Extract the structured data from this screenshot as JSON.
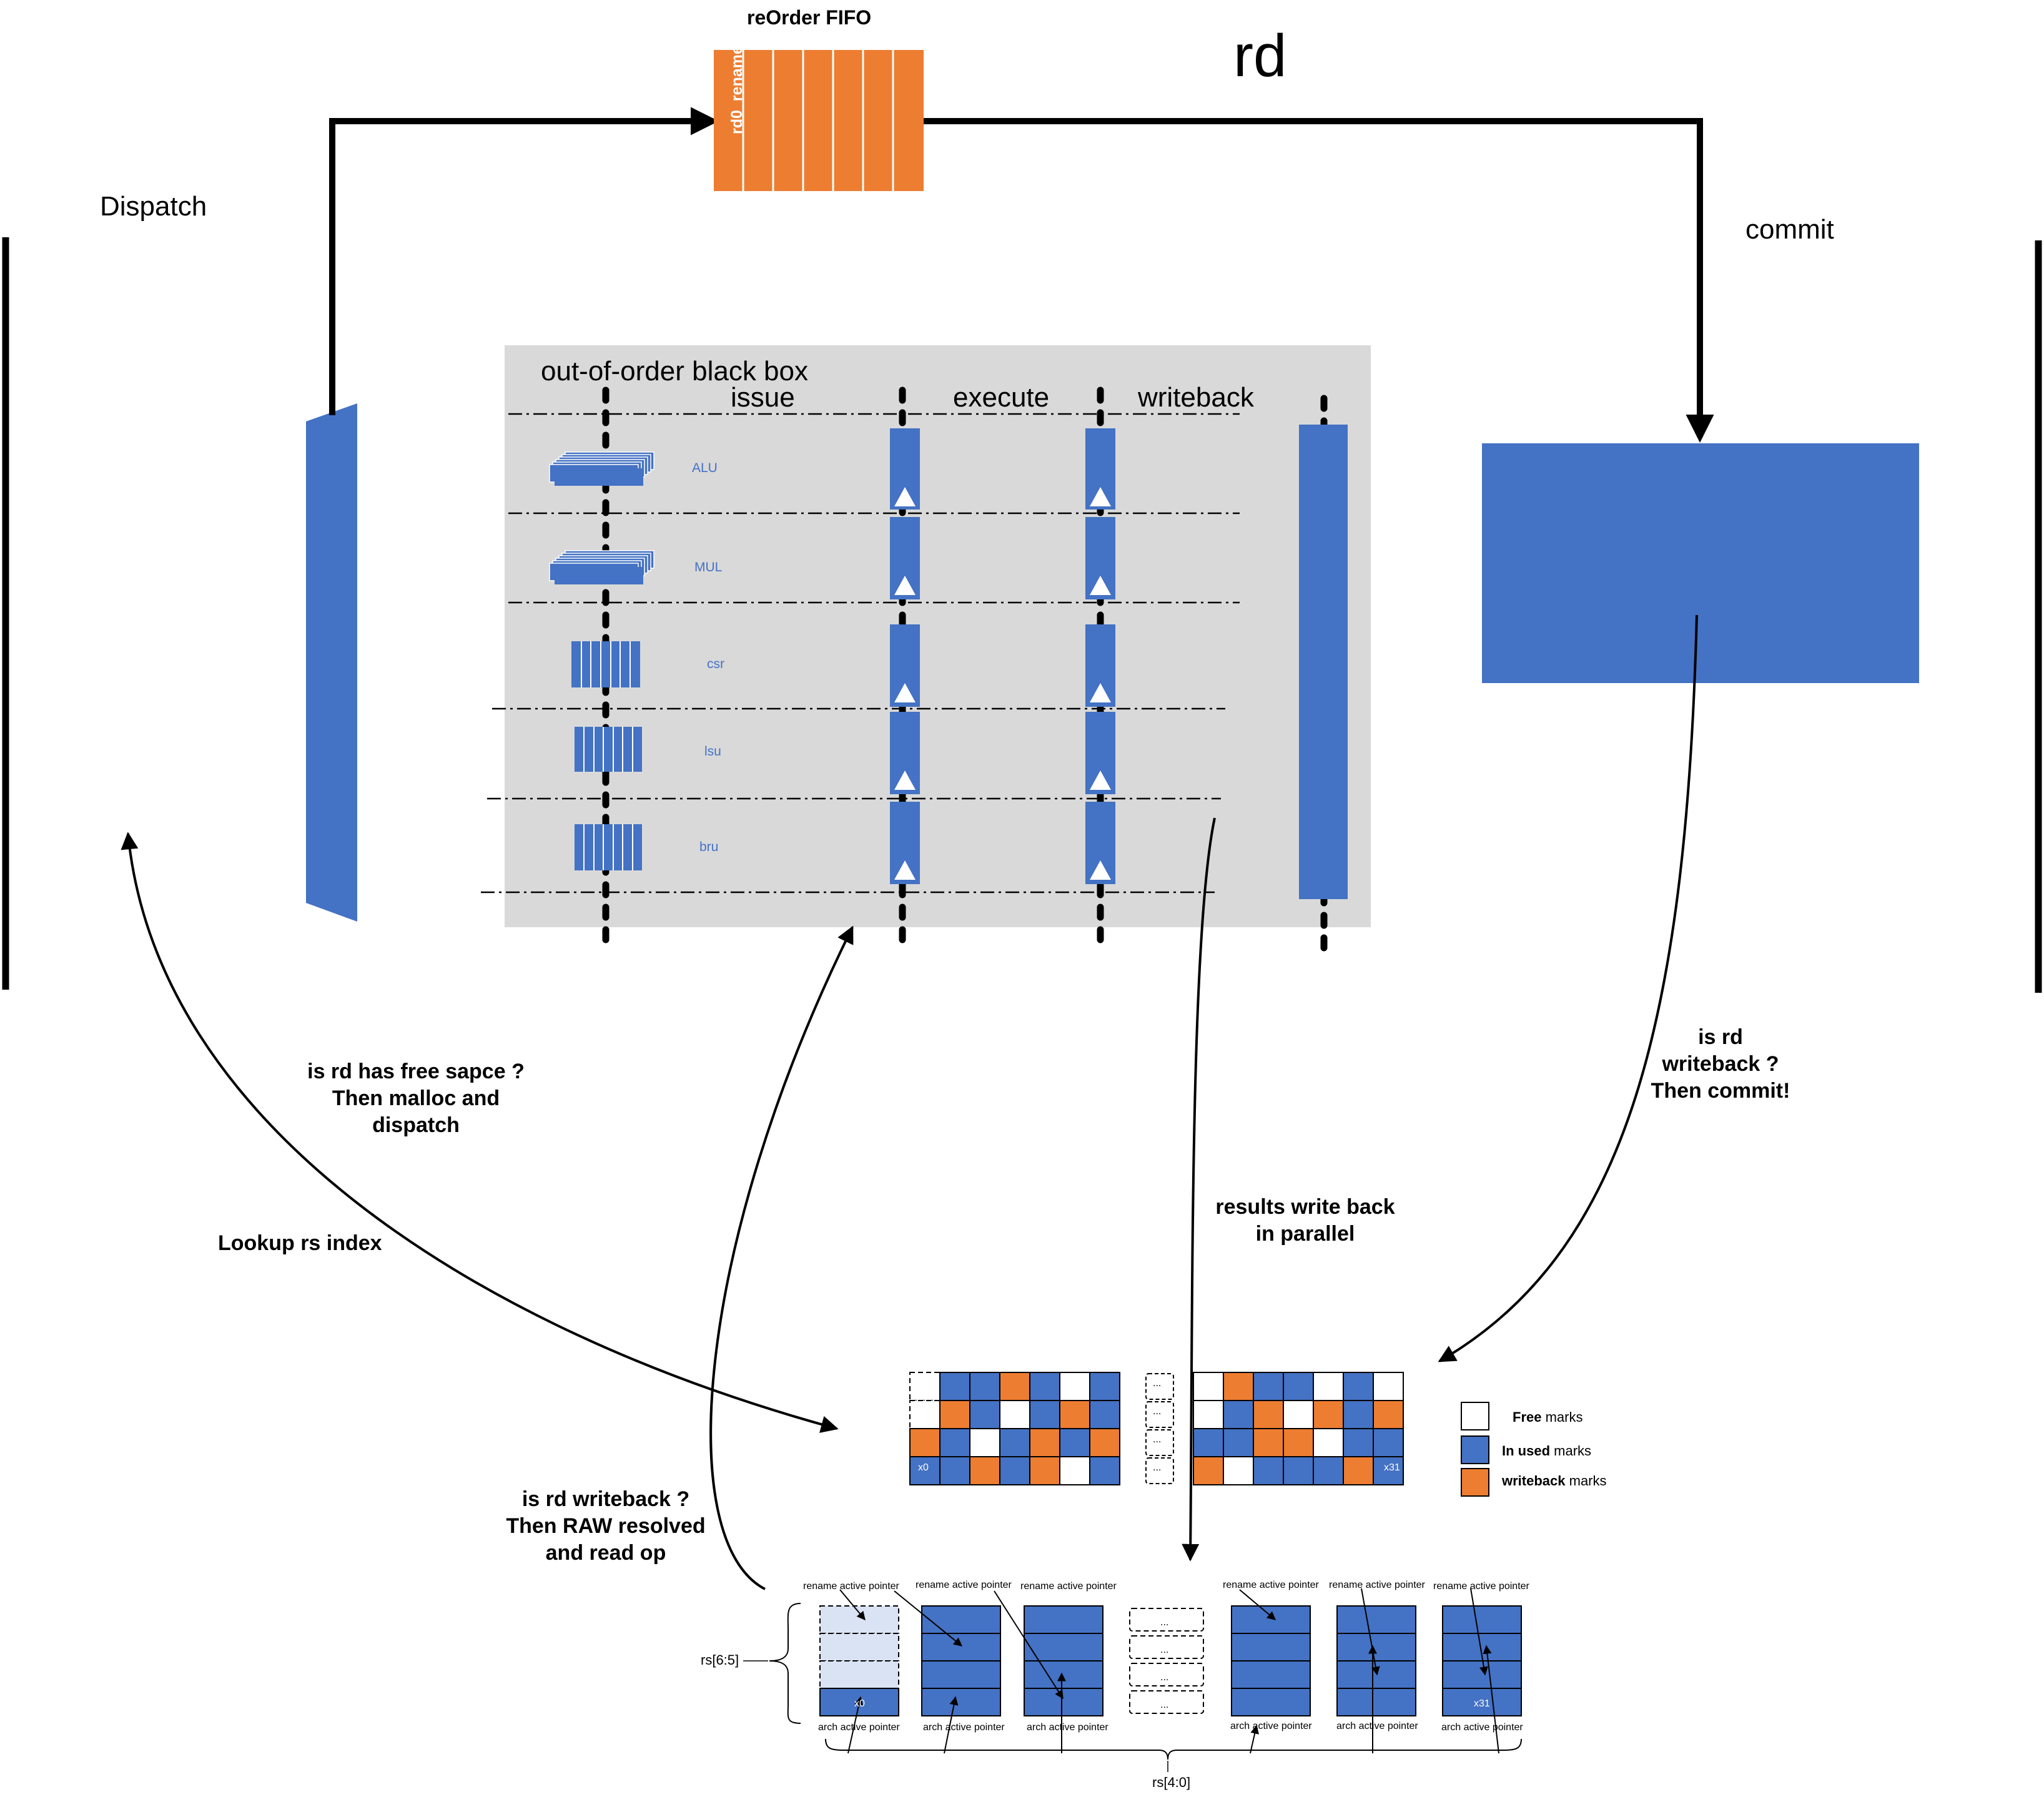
{
  "rob": {
    "title": "reOrder FIFO",
    "first_slot": "rd0_rename",
    "rd_label": "rd"
  },
  "stages": {
    "dispatch": "Dispatch",
    "commit": "commit"
  },
  "blackbox": {
    "title": "out-of-order black box",
    "columns": [
      "issue",
      "execute",
      "writeback"
    ],
    "units": [
      "ALU",
      "MUL",
      "csr",
      "lsu",
      "bru"
    ]
  },
  "annotations": {
    "free_space": [
      "is rd has free sapce ?",
      "Then malloc and",
      "dispatch"
    ],
    "lookup": "Lookup rs index",
    "results_writeback": [
      "results write back",
      "in parallel"
    ],
    "commit_check": [
      "is rd",
      "writeback ?",
      "Then commit!"
    ],
    "raw_check": [
      "is rd writeback ?",
      "Then RAW resolved",
      "and read op"
    ]
  },
  "mark_table": {
    "first_reg": "x0",
    "last_reg": "x31",
    "ellipsis": "...",
    "legend": [
      {
        "bold": "Free",
        "rest": " marks",
        "color": "#ffffff"
      },
      {
        "bold": "In used",
        "rest": " marks",
        "color": "#4472C4"
      },
      {
        "bold": "writeback",
        "rest": " marks",
        "color": "#ED7D31"
      }
    ]
  },
  "regfile": {
    "rename_pointer": "rename active pointer",
    "arch_pointer": "arch active pointer",
    "first_reg": "x0",
    "last_reg": "x31",
    "ellipsis": "...",
    "rs_hi": "rs[6:5]",
    "rs_lo": "rs[4:0]"
  },
  "colors": {
    "blue": "#4472C4",
    "orange": "#ED7D31",
    "gray_box": "#D9D9D9",
    "light_blue": "#DAE3F3"
  }
}
